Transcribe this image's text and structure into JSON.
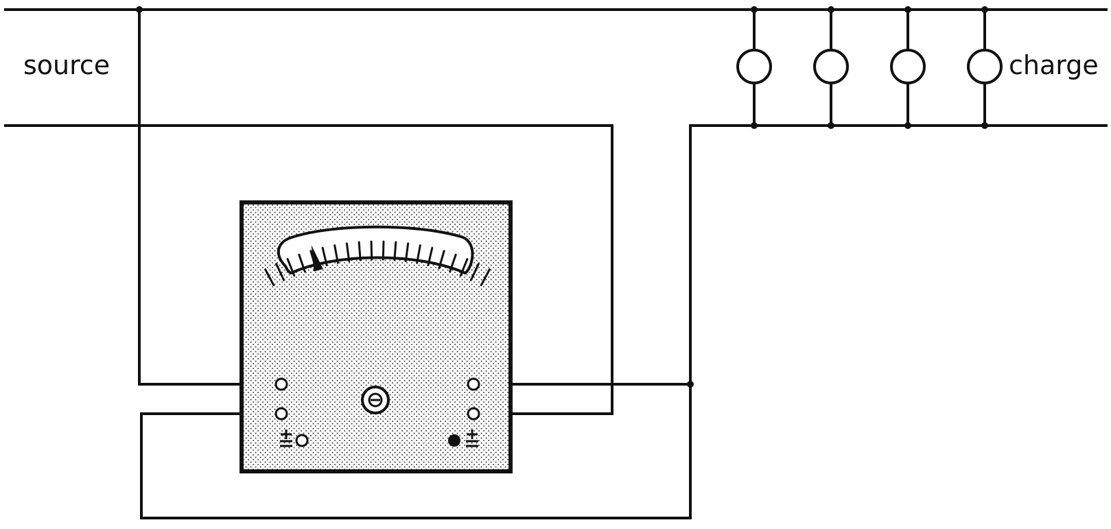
{
  "labels": {
    "source": "source",
    "charge": "charge"
  },
  "icons": {
    "meter": "analog-meter-icon",
    "zero_adjust": "zero-adjust-screw-icon",
    "lamp": "lamp-load-icon"
  },
  "colors": {
    "ink": "#111111",
    "background": "#ffffff",
    "meter_dot": "#444444"
  },
  "meter": {
    "tick_count": 20,
    "needle_fraction": 0.22
  },
  "loads": {
    "count": 4
  }
}
